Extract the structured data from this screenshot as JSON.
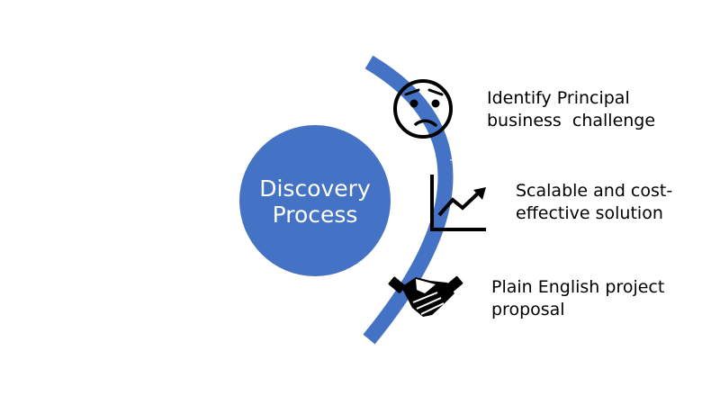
{
  "colors": {
    "accent": "#4472c4",
    "icon": "#000000",
    "background": "#ffffff"
  },
  "center": {
    "title": "Discovery\nProcess"
  },
  "steps": [
    {
      "icon": "worried-face-icon",
      "label": "Identify Principal\nbusiness  challenge"
    },
    {
      "icon": "rising-chart-icon",
      "label": "Scalable and cost-\neffective solution"
    },
    {
      "icon": "handshake-icon",
      "label": "Plain English project\nproposal"
    }
  ]
}
